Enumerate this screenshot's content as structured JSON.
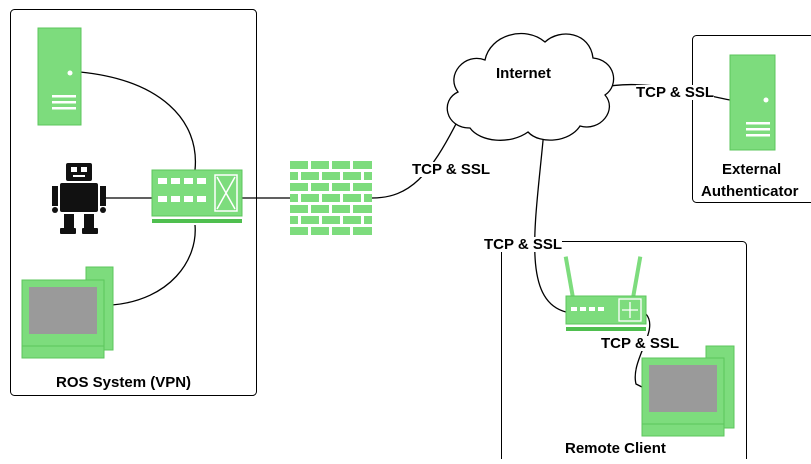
{
  "groups": {
    "ros_system": "ROS System (VPN)",
    "external_authenticator_line1": "External",
    "external_authenticator_line2": "Authenticator",
    "remote_client": "Remote Client"
  },
  "cloud": {
    "label": "Internet"
  },
  "connections": {
    "firewall_to_internet": "TCP & SSL",
    "internet_to_authenticator": "TCP & SSL",
    "internet_to_router": "TCP & SSL",
    "router_to_client": "TCP & SSL"
  },
  "icons": {
    "server": "server-icon",
    "robot": "robot-icon",
    "switch": "network-switch-icon",
    "desktop": "desktop-computer-icon",
    "firewall": "firewall-icon",
    "router": "wireless-router-icon",
    "cloud": "cloud-icon"
  },
  "colors": {
    "device_green": "#7ddc7d",
    "device_green_dark": "#4fbf4f",
    "screen_grey": "#9a9a9a",
    "line": "#000000"
  }
}
